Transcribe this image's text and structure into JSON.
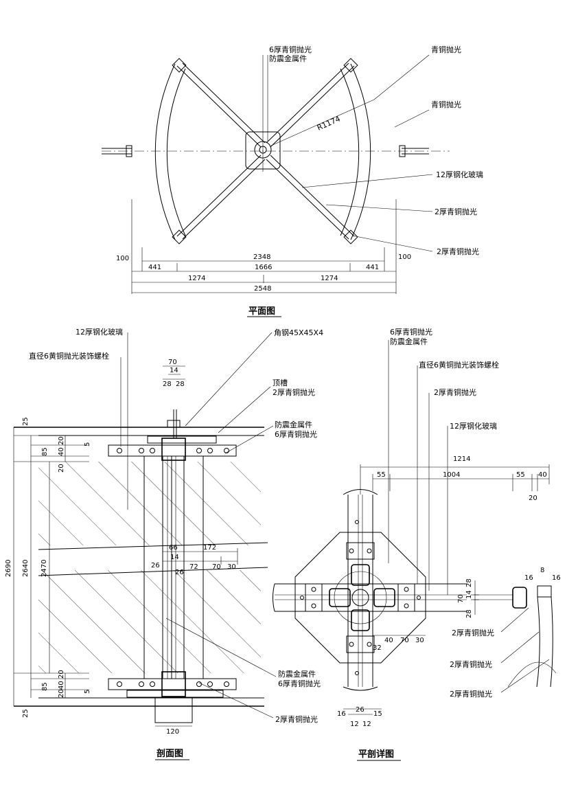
{
  "plan": {
    "title": "平面图",
    "callouts": {
      "fitting": [
        "6厚青铜抛光",
        "防震金属件"
      ],
      "bronze_a": "青铜抛光",
      "bronze_b": "青铜抛光",
      "radius": "R1174",
      "glass": "12厚钢化玻璃",
      "strip_a": "2厚青铜抛光",
      "strip_b": "2厚青铜抛光"
    },
    "dims": {
      "left_100": "100",
      "right_100": "100",
      "d2348": "2348",
      "d441a": "441",
      "d1666": "1666",
      "d441b": "441",
      "d1274a": "1274",
      "d1274b": "1274",
      "d2548": "2548"
    }
  },
  "section": {
    "title": "剖面图",
    "callouts": {
      "glass": "12厚钢化玻璃",
      "bolt": "直径6黄铜抛光装饰螺栓",
      "angle": "角钢45X45X4",
      "top_slot": [
        "顶槽",
        "2厚青铜抛光"
      ],
      "fitting_top": [
        "防震金属件",
        "6厚青铜抛光"
      ],
      "fitting_bottom": [
        "防震金属件",
        "6厚青铜抛光"
      ],
      "strip": "2厚青铜抛光"
    },
    "dims": {
      "top70": "70",
      "top14": "14",
      "top28a": "28",
      "top28b": "28",
      "v25a": "25",
      "v2690": "2690",
      "v2640": "2640",
      "v2470": "2470",
      "v85a": "85",
      "v20a": "20",
      "v40a": "40",
      "v20b": "20",
      "v5a": "5",
      "v85b": "85",
      "v20c": "20",
      "v20d": "20",
      "v40b": "40",
      "v5b": "5",
      "v25b": "25",
      "m66": "66",
      "m172": "172",
      "m14": "14",
      "m26a": "26",
      "m26b": "26",
      "m72": "72",
      "m70": "70",
      "m30": "30",
      "b120": "120"
    }
  },
  "detail": {
    "title": "平剖详图",
    "callouts": {
      "fitting": [
        "6厚青铜抛光",
        "防震金属件"
      ],
      "bolt": "直径6黄铜抛光装饰螺栓",
      "bronze": "2厚青铜抛光",
      "glass": "12厚钢化玻璃",
      "strip_a": "2厚青铜抛光",
      "strip_b": "2厚青铜抛光",
      "strip_c": "2厚青铜抛光"
    },
    "dims": {
      "d1214": "1214",
      "d55a": "55",
      "d1004": "1004",
      "d55b": "55",
      "d40": "40",
      "d20": "20",
      "r28a": "28",
      "r14": "14",
      "r70": "70",
      "r28b": "28",
      "b40": "40",
      "b70": "70",
      "b30": "30",
      "b32": "32",
      "bot16": "16",
      "bot26": "26",
      "bot15": "15",
      "bot12a": "12",
      "bot12b": "12",
      "e16a": "16",
      "e8": "8",
      "e16b": "16"
    }
  }
}
